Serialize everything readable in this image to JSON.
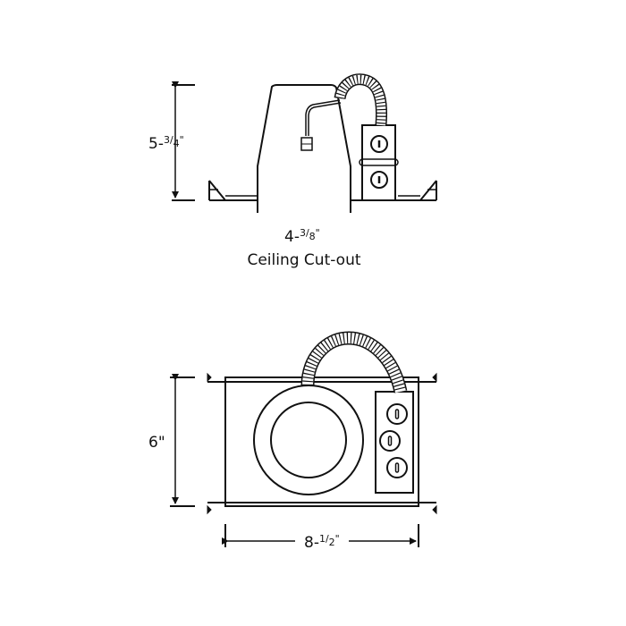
{
  "side_view": {
    "height_label": "5-¾\"",
    "height_whole": "5-",
    "height_num": "3",
    "height_den": "4",
    "height_mark": "\"",
    "cutout_dim": "4-⅜\"",
    "cutout_whole": "4-",
    "cutout_num": "3",
    "cutout_den": "8",
    "cutout_mark": "\"",
    "cutout_caption": "Ceiling Cut-out"
  },
  "top_view": {
    "height_label": "6\"",
    "width_label": "8-½\"",
    "width_whole": "8-",
    "width_num": "1",
    "width_den": "2",
    "width_mark": "\""
  },
  "colors": {
    "line": "#111111",
    "background": "#ffffff"
  }
}
